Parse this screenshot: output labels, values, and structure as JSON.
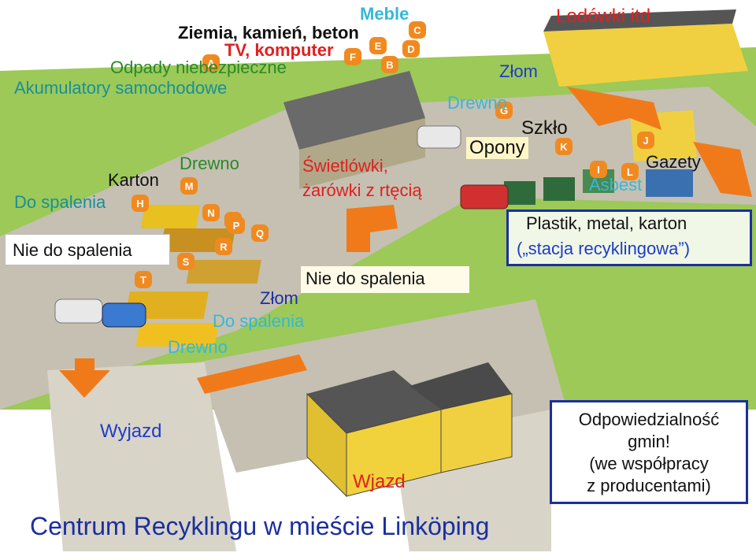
{
  "labels": {
    "meble": "Meble",
    "ziemia": "Ziemia, kamień, beton",
    "tv": "TV, komputer",
    "odpady": "Odpady niebezpieczne",
    "akumulatory": "Akumulatory samochodowe",
    "lodowki": "Lodówki itd",
    "zlom_top": "Złom",
    "drewno_top": "Drewno",
    "szklo": "Szkło",
    "opony": "Opony",
    "gazety": "Gazety",
    "asbest": "Asbest",
    "drewno_left": "Drewno",
    "karton": "Karton",
    "do_spalenia_left": "Do spalenia",
    "swietlowki_1": "Świetlówki,",
    "swietlowki_2": "żarówki z rtęcią",
    "nie_do_spalenia_left": "Nie do spalenia",
    "nie_do_spalenia_mid": "Nie do spalenia",
    "zlom_mid": "Złom",
    "do_spalenia_mid": "Do spalenia",
    "drewno_bottom": "Drewno",
    "plastik": "Plastik, metal, karton",
    "stacja": "(„stacja recyklingowa”)",
    "wyjazd": "Wyjazd",
    "wjazd": "Wjazd"
  },
  "responsibility": {
    "line1": "Odpowiedzialność",
    "line2": "gmin!",
    "line3": "(we współpracy",
    "line4": "z producentami)"
  },
  "title": "Centrum Recyklingu w mieście Linköping",
  "bin_letters": [
    "A",
    "B",
    "C",
    "D",
    "E",
    "F",
    "G",
    "H",
    "I",
    "J",
    "K",
    "L",
    "M",
    "N",
    "O",
    "P",
    "Q",
    "R",
    "S",
    "T"
  ],
  "colors": {
    "road": "#b9b4a8",
    "grass": "#8cbf3f",
    "arrow": "#f07a1a",
    "sign": "#f08a20",
    "roof": "#4a4a4a",
    "building": "#f2d23c"
  }
}
